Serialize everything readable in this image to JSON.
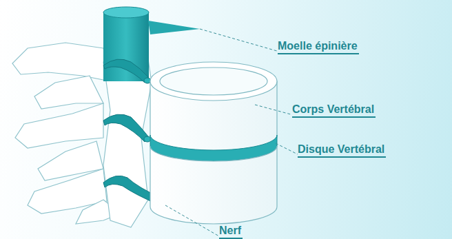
{
  "diagram": {
    "labels": [
      "Moelle épinière",
      "Corps Vertébral",
      "Disque Vertébral",
      "Nerf"
    ]
  }
}
